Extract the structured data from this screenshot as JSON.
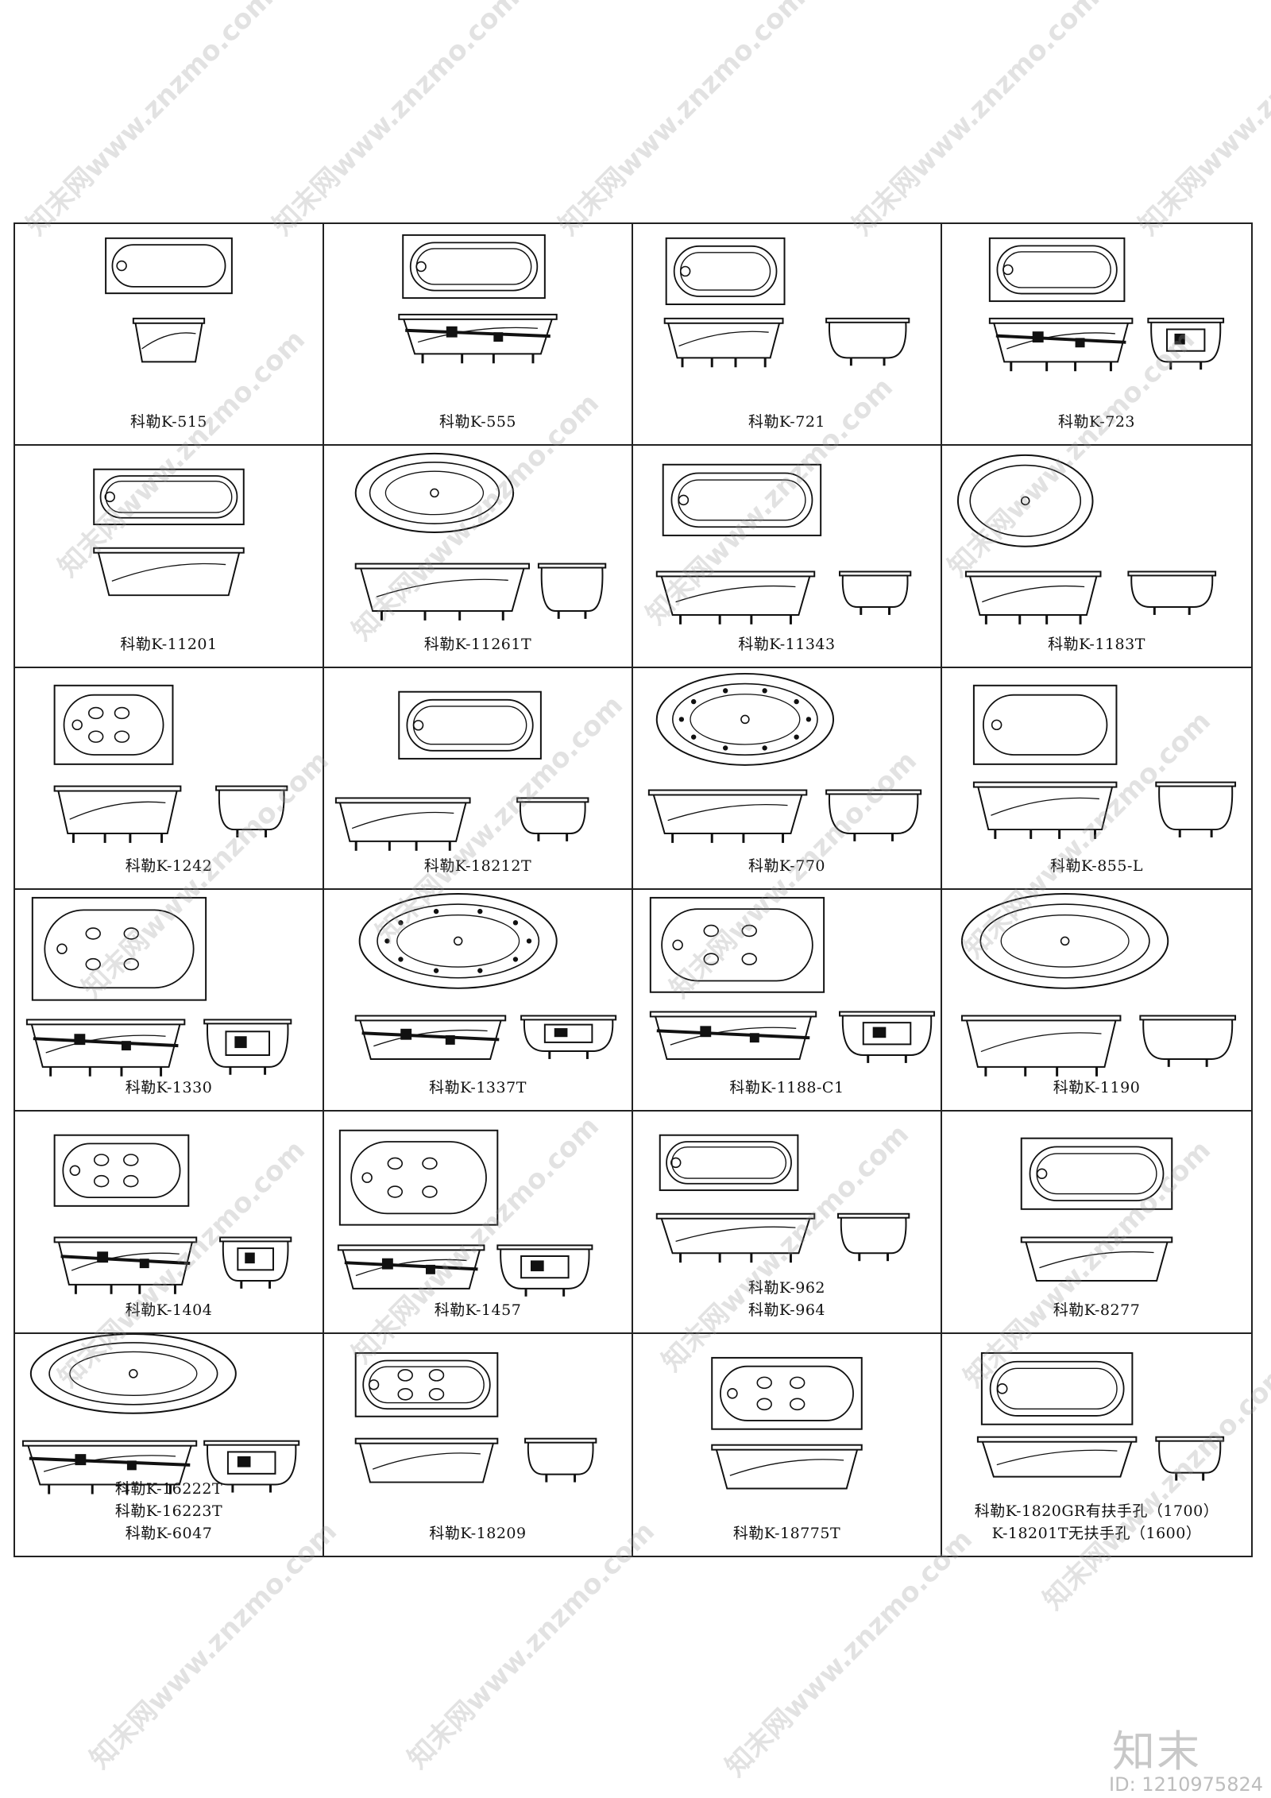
{
  "cells": [
    {
      "lines": [
        "科勒K-515"
      ]
    },
    {
      "lines": [
        "科勒K-555"
      ]
    },
    {
      "lines": [
        "科勒K-721"
      ]
    },
    {
      "lines": [
        "科勒K-723"
      ]
    },
    {
      "lines": [
        "科勒K-11201"
      ]
    },
    {
      "lines": [
        "科勒K-11261T"
      ]
    },
    {
      "lines": [
        "科勒K-11343"
      ]
    },
    {
      "lines": [
        "科勒K-1183T"
      ]
    },
    {
      "lines": [
        "科勒K-1242"
      ]
    },
    {
      "lines": [
        "科勒K-18212T"
      ]
    },
    {
      "lines": [
        "科勒K-770"
      ]
    },
    {
      "lines": [
        "科勒K-855-L"
      ]
    },
    {
      "lines": [
        "科勒K-1330"
      ]
    },
    {
      "lines": [
        "科勒K-1337T"
      ]
    },
    {
      "lines": [
        "科勒K-1188-C1"
      ]
    },
    {
      "lines": [
        "科勒K-1190"
      ]
    },
    {
      "lines": [
        "科勒K-1404"
      ]
    },
    {
      "lines": [
        "科勒K-1457"
      ]
    },
    {
      "lines": [
        "科勒K-962",
        "科勒K-964"
      ]
    },
    {
      "lines": [
        "科勒K-8277"
      ]
    },
    {
      "lines": [
        "科勒K-16222T",
        "科勒K-16223T",
        "科勒K-6047"
      ]
    },
    {
      "lines": [
        "科勒K-18209"
      ]
    },
    {
      "lines": [
        "科勒K-18775T"
      ]
    },
    {
      "lines": [
        "科勒K-1820GR有扶手孔（1700）",
        "K-18201T无扶手孔（1600）"
      ]
    }
  ],
  "watermark_text": "知末网www.znzmo.com",
  "brand_logo": "知末",
  "image_id": "ID: 1210975824"
}
